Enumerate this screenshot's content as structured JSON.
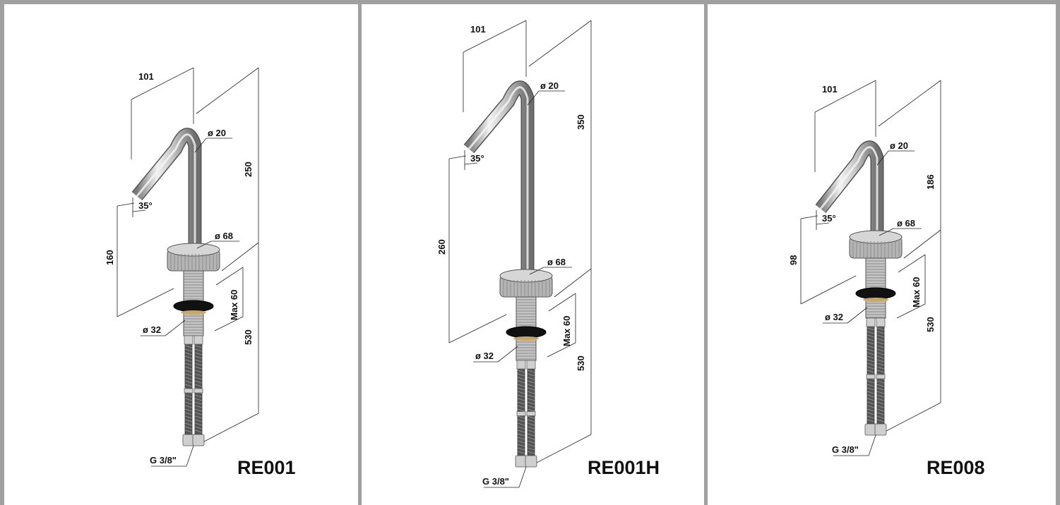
{
  "panels": [
    {
      "model": "RE001",
      "spout_reach": "101",
      "height": "250",
      "outlet_height": "160",
      "spout_angle": "35°",
      "tube_diameter": "ø 20",
      "base_diameter": "ø 68",
      "shank_diameter": "ø 32",
      "max_deck": "Max 60",
      "hose_length": "530",
      "connection": "G 3/8\""
    },
    {
      "model": "RE001H",
      "spout_reach": "101",
      "height": "350",
      "outlet_height": "260",
      "spout_angle": "35°",
      "tube_diameter": "ø 20",
      "base_diameter": "ø 68",
      "shank_diameter": "ø 32",
      "max_deck": "Max 60",
      "hose_length": "530",
      "connection": "G 3/8\""
    },
    {
      "model": "RE008",
      "spout_reach": "101",
      "height": "186",
      "outlet_height": "98",
      "spout_angle": "35°",
      "tube_diameter": "ø 20",
      "base_diameter": "ø 68",
      "shank_diameter": "ø 32",
      "max_deck": "Max 60",
      "hose_length": "530",
      "connection": "G 3/8\""
    }
  ],
  "colors": {
    "frame": "#a0a0a0",
    "line": "#222222",
    "chrome": "#b8b8b8"
  }
}
